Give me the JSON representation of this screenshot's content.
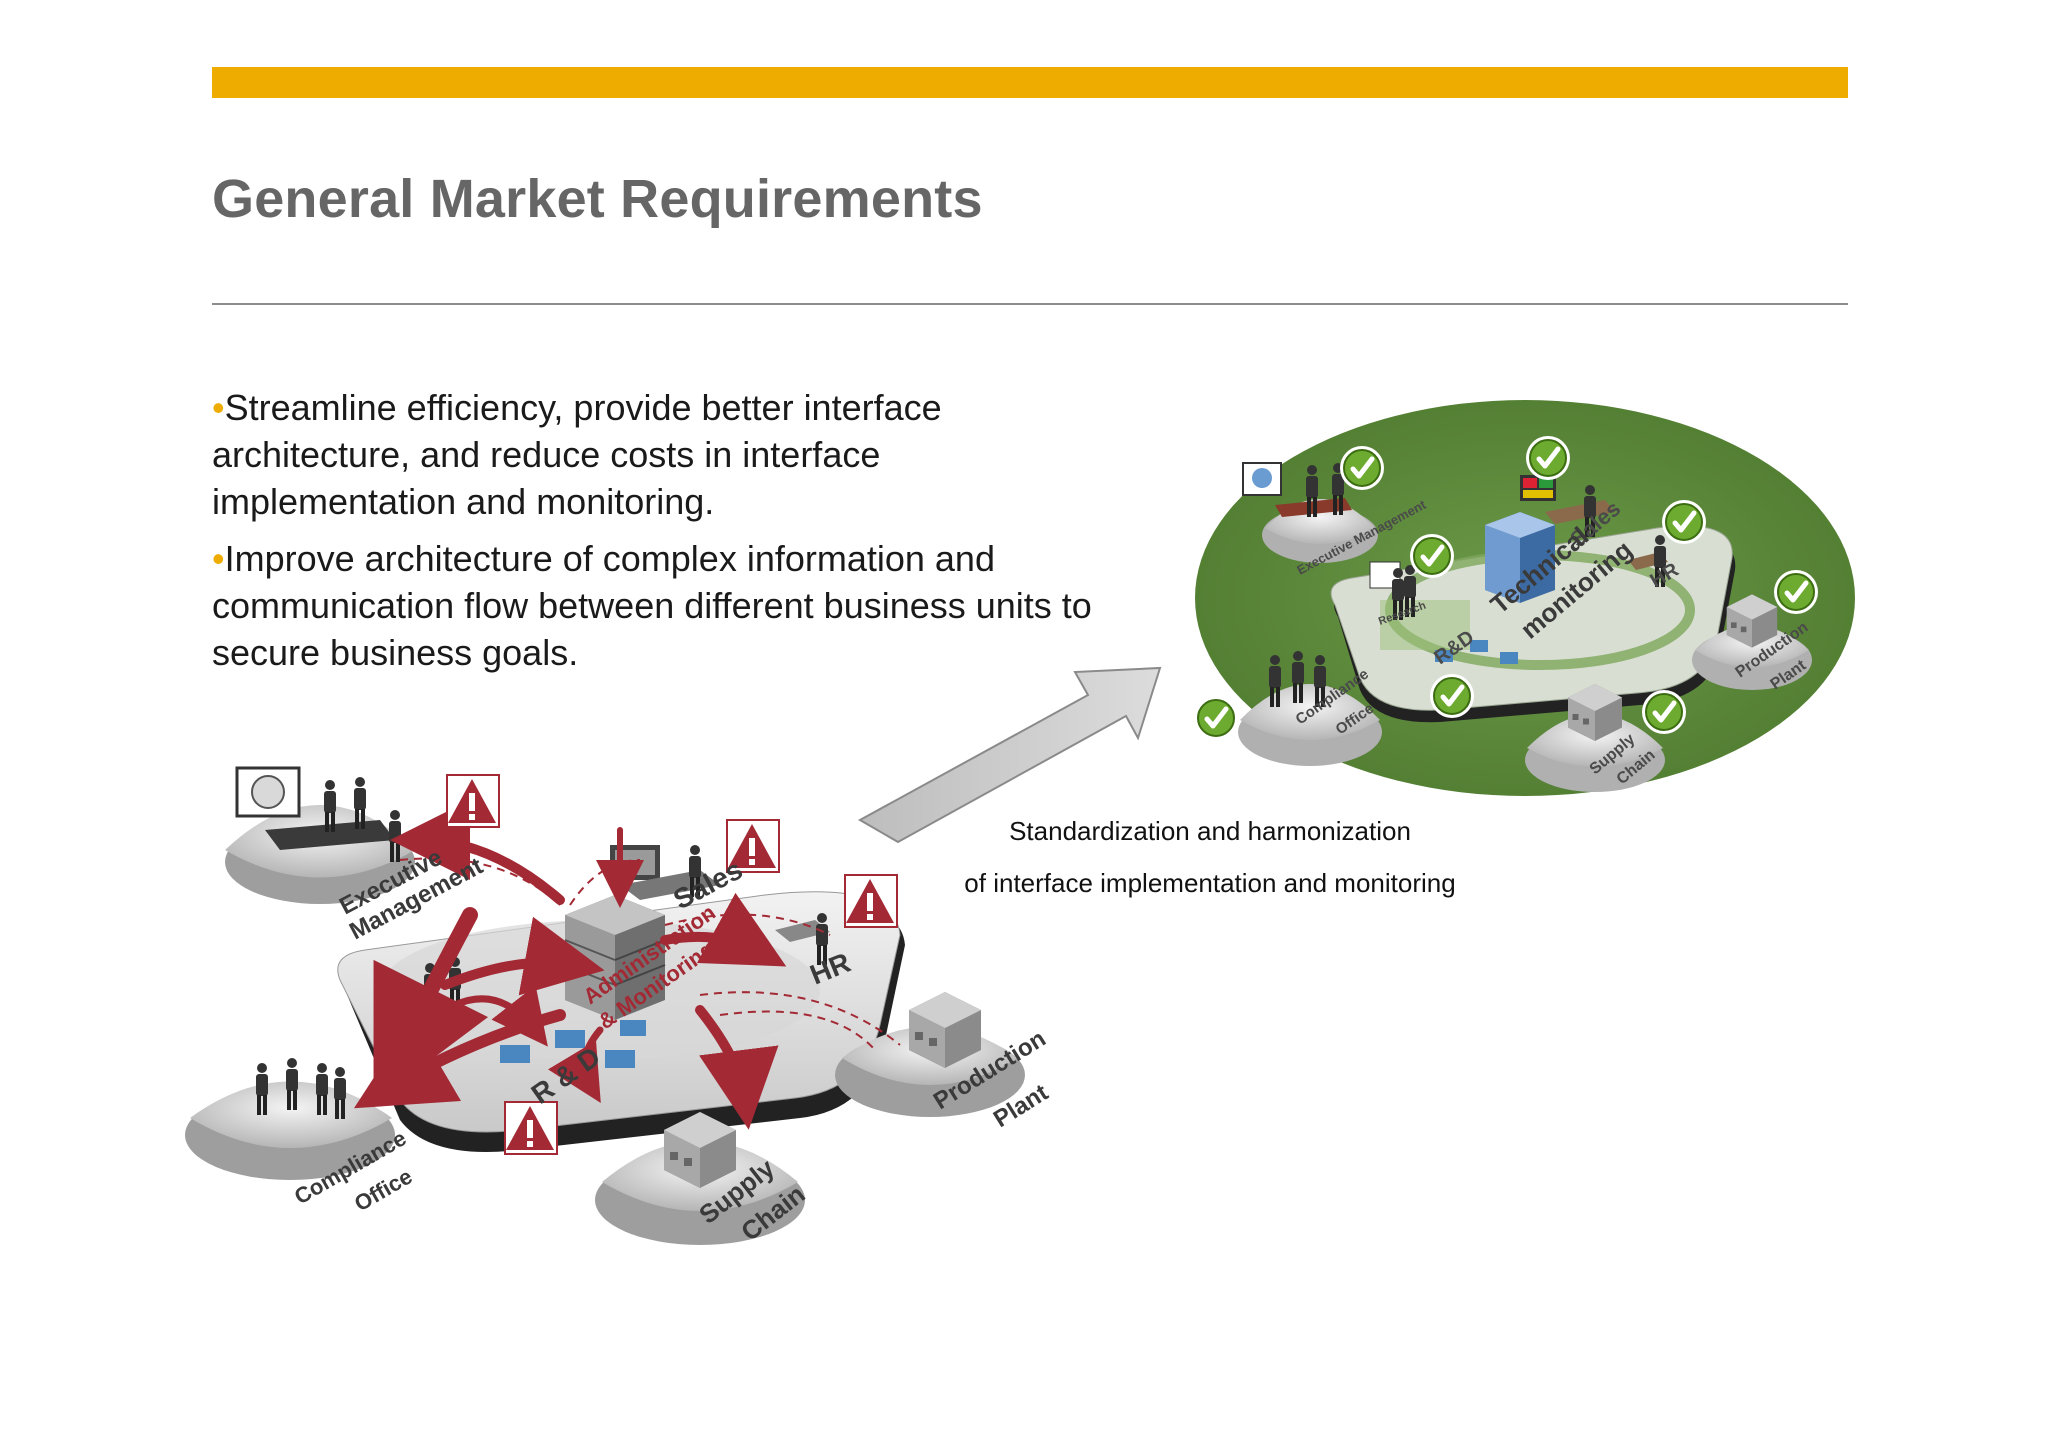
{
  "page": {
    "title": "General Market Requirements",
    "accent_color": "#EFAC00"
  },
  "bullets": [
    "Streamline efficiency, provide better interface architecture, and reduce costs in interface implementation and monitoring.",
    "Improve architecture of complex information and communication flow between different business units to secure business goals."
  ],
  "bullet_marker": "•",
  "caption": {
    "line1": "Standardization and harmonization",
    "line2": "of interface implementation and monitoring"
  },
  "before_diagram": {
    "labels": {
      "exec_line1": "Executive",
      "exec_line2": "Management",
      "sales": "Sales",
      "hr": "HR",
      "admin_line1": "Administration",
      "admin_line2": "& Monitoring",
      "rd": "R & D",
      "production_line1": "Production",
      "production_line2": "Plant",
      "supply_line1": "Supply",
      "supply_line2": "Chain",
      "compliance_line1": "Compliance",
      "compliance_line2": "Office"
    },
    "warning_icon": "warning-triangle-icon",
    "arrow_color": "#A32A35"
  },
  "after_diagram": {
    "labels": {
      "exec": "Executive Management",
      "sales": "Sales",
      "hr": "HR",
      "tech_line1": "Technical",
      "tech_line2": "monitoring",
      "rd": "R&D",
      "production_line1": "Production",
      "production_line2": "Plant",
      "supply_line1": "Supply",
      "supply_line2": "Chain",
      "compliance_line1": "Compliance",
      "compliance_line2": "Office",
      "research": "Research"
    },
    "check_icon": "check-circle-icon",
    "ellipse_color": "#5E8B3E"
  }
}
